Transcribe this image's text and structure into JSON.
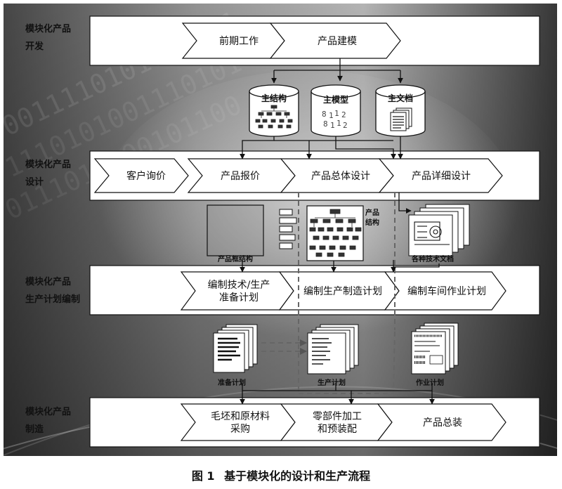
{
  "rows": [
    {
      "label_lines": [
        "模块化产品",
        "开发"
      ],
      "steps": [
        {
          "lines": [
            "前期工作"
          ]
        },
        {
          "lines": [
            "产品建模"
          ]
        }
      ]
    },
    {
      "label_lines": [
        "模块化产品",
        "设计"
      ],
      "steps": [
        {
          "lines": [
            "客户询价"
          ]
        },
        {
          "lines": [
            "产品报价"
          ]
        },
        {
          "lines": [
            "产品总体设计"
          ]
        },
        {
          "lines": [
            "产品详细设计"
          ]
        }
      ]
    },
    {
      "label_lines": [
        "模块化产品",
        "生产计划编制"
      ],
      "steps": [
        {
          "lines": [
            "编制技术/生产",
            "准备计划"
          ]
        },
        {
          "lines": [
            "编制生产制造计划"
          ]
        },
        {
          "lines": [
            "编制车间作业计划"
          ]
        }
      ]
    },
    {
      "label_lines": [
        "模块化产品",
        "制造"
      ],
      "steps": [
        {
          "lines": [
            "毛坯和原材料",
            "采购"
          ]
        },
        {
          "lines": [
            "零部件加工",
            "和预装配"
          ]
        },
        {
          "lines": [
            "产品总装"
          ]
        }
      ]
    }
  ],
  "databases": [
    {
      "label": "主结构",
      "icon": "tree-structure-icon"
    },
    {
      "label": "主模型",
      "icon": "model-glyphs-icon"
    },
    {
      "label": "主文档",
      "icon": "document-stack-icon"
    }
  ],
  "artifacts": {
    "product_frame": "产品框结构",
    "product_structure": "产品结构",
    "tech_docs": "各种技术文档",
    "prep_plan": "准备计划",
    "production_plan": "生产计划",
    "job_plan": "作业计划"
  },
  "caption": {
    "number": "图 1",
    "title": "基于模块化的设计和生产流程"
  },
  "colors": {
    "band_fill": "#ffffff",
    "arrow_fill": "#ffffff",
    "line": "#111111",
    "dashed": "#666666"
  }
}
